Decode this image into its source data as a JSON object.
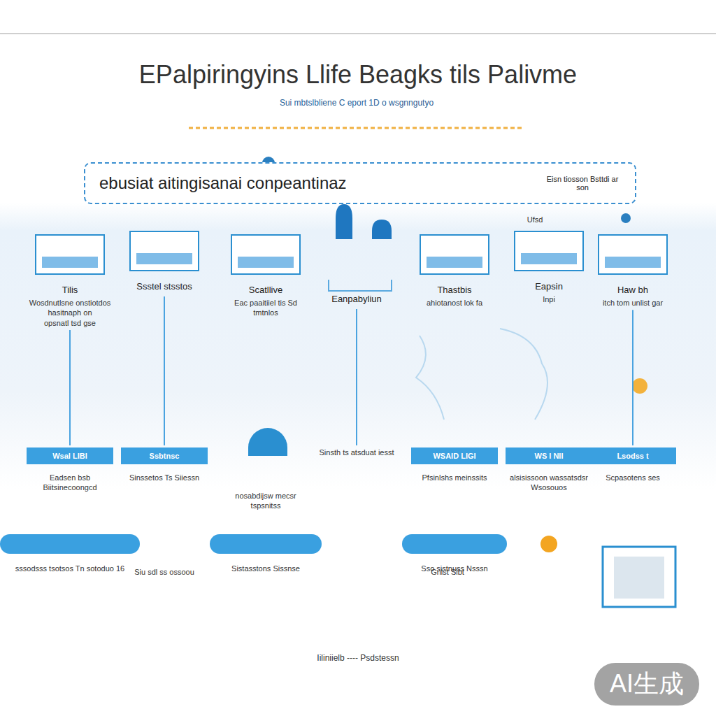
{
  "diagram": {
    "title": "EPalpiringyins Llife Beagks tils Palivme",
    "caption": "Iiliniielb ---- Psdstessn",
    "nodes": [
      {
        "text": [
          "ebusiat aitingisanai conpeantinaz",
          "Eisn tiosson Bsttdi ar son"
        ]
      },
      {
        "text": [
          "Tilis",
          "Wosdnutlsne onstiotdos hasitnaph on",
          "opsnatl tsd gse"
        ]
      },
      {
        "text": [
          "Ssstel stsstos"
        ]
      },
      {
        "text": [
          "Scatllive",
          "Eac paaitiiel tis Sd tmtnlos"
        ]
      },
      {
        "text": [
          "Eanpabyliun"
        ]
      },
      {
        "text": [
          "Thastbis",
          "ahiotanost lok fa"
        ]
      },
      {
        "text": [
          "Eapsin",
          "Inpi"
        ]
      },
      {
        "text": [
          "Haw bh",
          "itch tom unlist gar"
        ]
      },
      {
        "text": [
          "Wsal LIBI",
          "Eadsen bsb Biitsinecoongcd"
        ]
      },
      {
        "text": [
          "Ssbtnsc",
          "Sinssetos Ts Siiessn"
        ]
      },
      {
        "text": [
          "nosabdijsw mecsr tspsnitss"
        ]
      },
      {
        "text": [
          "Sinsth ts atsduat iesst"
        ]
      },
      {
        "text": [
          "WSAID LIGI",
          "Pfsinlshs meinssits"
        ]
      },
      {
        "text": [
          "WS I NII",
          "alsisissoon wassatsdsr Wsosouos"
        ]
      },
      {
        "text": [
          "Lsodss t",
          "Scpasotens ses"
        ]
      },
      {
        "text": [
          "sssodsss tsotsos Tn sotoduo 16"
        ]
      },
      {
        "text": [
          "Sistasstons Sissnse"
        ]
      },
      {
        "text": [
          "Sso sistnuss Nsssn"
        ]
      }
    ],
    "edges": [
      {
        "from": 1,
        "to": 8,
        "arrow": "none"
      },
      {
        "from": 2,
        "to": 9,
        "arrow": "none"
      },
      {
        "from": 4,
        "to": 11,
        "arrow": "none"
      },
      {
        "from": 7,
        "to": 14,
        "arrow": "none"
      },
      {
        "from": 13,
        "to": 14,
        "arrow": "to"
      }
    ],
    "labels": [
      "Sui mbtslbliene C eport 1D o wsgnngutyo",
      "Siu sdl ss ossoou",
      "Gnlst Sibt",
      "Ufsd",
      "AI生成"
    ]
  }
}
